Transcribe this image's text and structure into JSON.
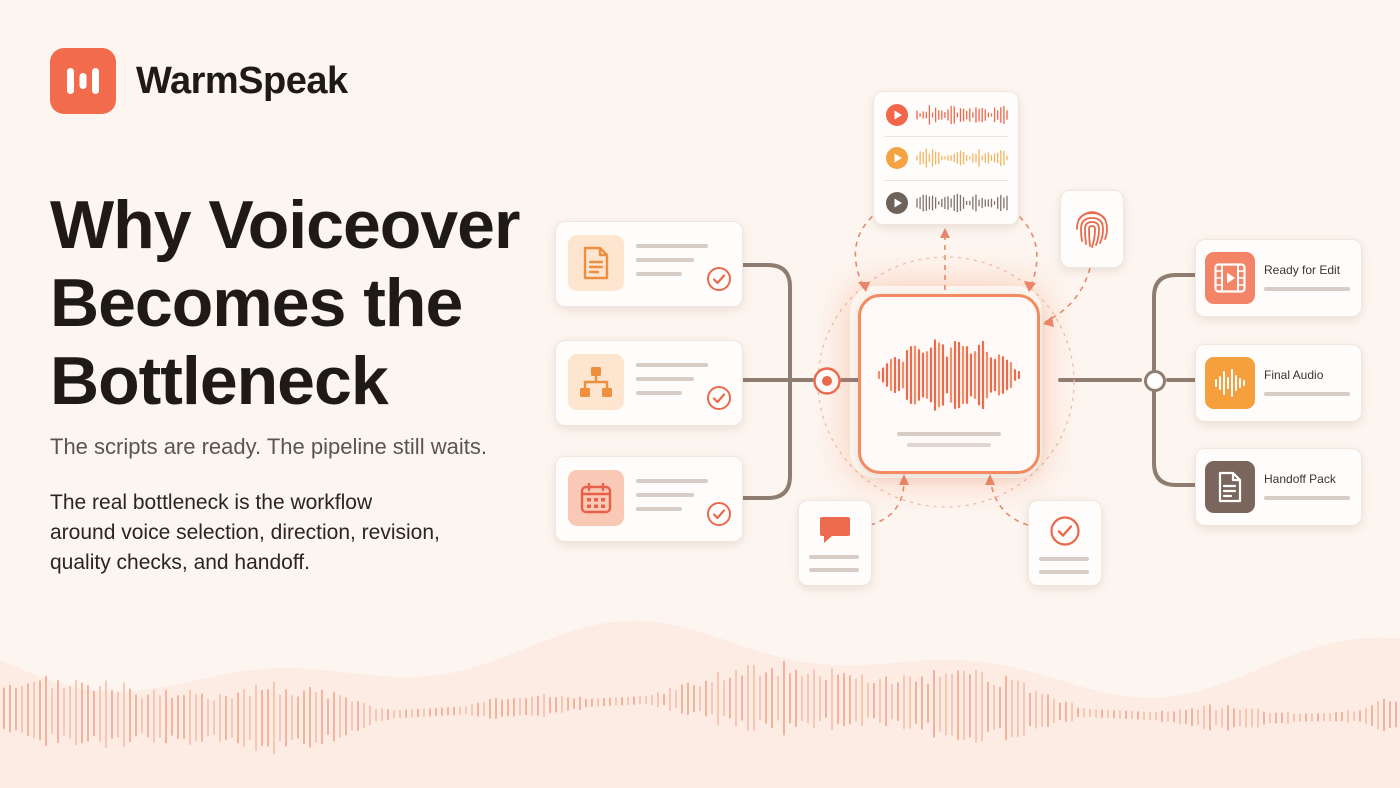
{
  "brand": {
    "name": "WarmSpeak",
    "logo_icon": "waveform-bars-icon"
  },
  "hero": {
    "headline_lines": [
      "Why Voiceover",
      "Becomes the",
      "Bottleneck"
    ],
    "subtitle": "The scripts are ready. The pipeline still waits.",
    "body_lines": [
      "The real bottleneck is the workflow",
      "around voice selection, direction, revision,",
      "quality checks, and handoff."
    ]
  },
  "inputs": [
    {
      "icon": "document-icon",
      "status_icon": "check-circle-icon"
    },
    {
      "icon": "org-chart-icon",
      "status_icon": "check-circle-icon"
    },
    {
      "icon": "calendar-icon",
      "status_icon": "check-circle-icon"
    }
  ],
  "voice_options": [
    {
      "icon": "play-icon",
      "color": "#f2664a"
    },
    {
      "icon": "play-icon",
      "color": "#f4a340"
    },
    {
      "icon": "play-icon",
      "color": "#6e625b"
    }
  ],
  "outputs": [
    {
      "label": "Ready for Edit",
      "icon": "film-play-icon"
    },
    {
      "label": "Final Audio",
      "icon": "audio-wave-icon"
    },
    {
      "label": "Handoff Pack",
      "icon": "document-icon"
    }
  ],
  "colors": {
    "accent": "#f26b4d",
    "amber": "#f4a340",
    "connector": "#8f7d72",
    "background": "#fdf6f0"
  }
}
